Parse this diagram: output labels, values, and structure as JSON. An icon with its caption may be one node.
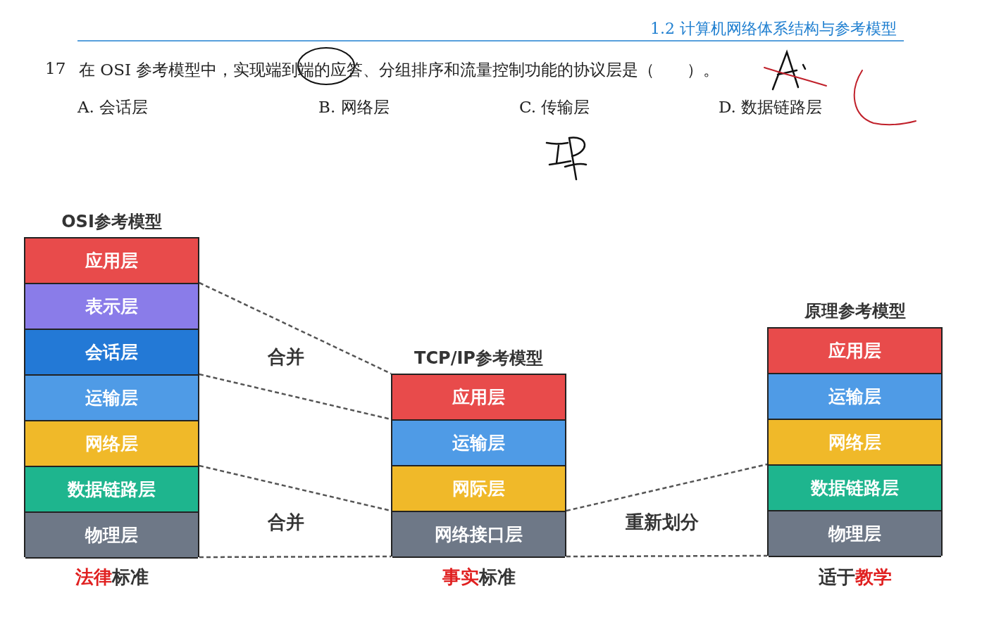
{
  "diagram": {
    "nodes": [
      {
        "text": [
          "OSI参考模型"
        ],
        "beside": [
          "法律标准"
        ]
      },
      {
        "text": [
          "应用层"
        ],
        "in": 0
      },
      {
        "text": [
          "表示层"
        ],
        "in": 0
      },
      {
        "text": [
          "会话层"
        ],
        "in": 0
      },
      {
        "text": [
          "运输层"
        ],
        "in": 0
      },
      {
        "text": [
          "网络层"
        ],
        "in": 0
      },
      {
        "text": [
          "数据链路层"
        ],
        "in": 0
      },
      {
        "text": [
          "物理层"
        ],
        "in": 0
      },
      {
        "text": [
          "TCP/IP参考模型"
        ],
        "beside": [
          "事实标准"
        ]
      },
      {
        "text": [
          "应用层"
        ],
        "in": 8
      },
      {
        "text": [
          "运输层"
        ],
        "in": 8
      },
      {
        "text": [
          "网际层"
        ],
        "in": 8
      },
      {
        "text": [
          "网络接口层"
        ],
        "in": 8
      },
      {
        "text": [
          "原理参考模型"
        ],
        "beside": [
          "适于教学"
        ]
      },
      {
        "text": [
          "应用层"
        ],
        "in": 13
      },
      {
        "text": [
          "运输层"
        ],
        "in": 13
      },
      {
        "text": [
          "网络层"
        ],
        "in": 13
      },
      {
        "text": [
          "数据链路层"
        ],
        "in": 13
      },
      {
        "text": [
          "物理层"
        ],
        "in": 13
      }
    ],
    "edges": [
      {
        "from": 2,
        "to": 9,
        "arrow": "none",
        "style": "dashed"
      },
      {
        "from": 3,
        "to": 9,
        "arrow": "none",
        "style": "dashed"
      },
      {
        "from": 5,
        "to": 11,
        "arrow": "none",
        "style": "dashed"
      },
      {
        "from": 7,
        "to": 12,
        "arrow": "none",
        "style": "dashed"
      },
      {
        "from": 11,
        "to": 16,
        "arrow": "none",
        "style": "dashed"
      },
      {
        "from": 12,
        "to": 18,
        "arrow": "none",
        "style": "dashed"
      }
    ],
    "labels": [
      "1.2 计算机网络体系结构与参考模型",
      "17",
      "在 OSI 参考模型中，实现端到端的应答、分组排序和流量控制功能的协议层是（　　）。",
      "A. 会话层",
      "B. 网络层",
      "C. 传输层",
      "D. 数据链路层",
      "合并",
      "合并",
      "重新划分"
    ]
  }
}
